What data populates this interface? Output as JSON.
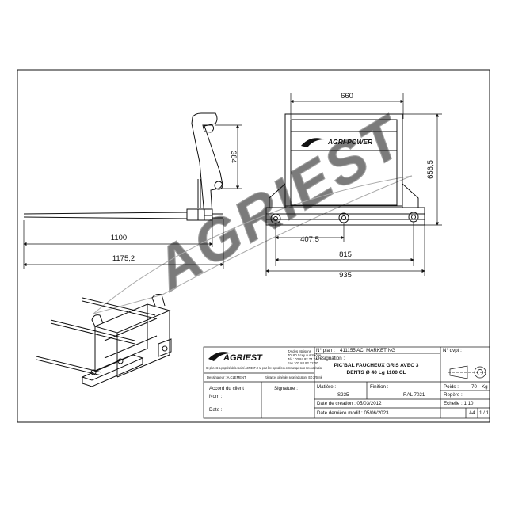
{
  "drawing": {
    "dimensions": {
      "side_height": "384",
      "side_tine_length": "1100",
      "side_overall_length": "1175,2",
      "front_width_top": "660",
      "front_height": "656,5",
      "front_half_width": "407,5",
      "front_width_mid": "815",
      "front_width_bottom": "935"
    },
    "frame_logo": "AGRI-POWER",
    "watermark": "AGRIEST"
  },
  "title_block": {
    "logo_text": "AGRIEST",
    "company_lines": [
      "ZA des Maisons",
      "70160 Scey sur Saône",
      "Tél : 03 84 92 74 74",
      "Fax : 03 84 92 72 00"
    ],
    "confidential_note": "Ce plan est la propriété de la société AGRIEST et ne peut être reproduit ou communiqué sans son autorisation",
    "designer_label": "Dessinateur : A.CLEMENT",
    "tolerance_note": "Tolérances générales selon indications ISO 2768mk",
    "plan_no_label": "N° plan :",
    "plan_no_value": "411155 AC_MARKETING",
    "designation_label": "Désignation :",
    "designation_line1": "PIC'BAL FAUCHEUX GRIS AVEC 3",
    "designation_line2": "DENTS Ø 40 Lg 1100 CL",
    "ndvpt_label": "N° dvpt :",
    "client_agreement_label": "Accord du client :",
    "name_label": "Nom :",
    "date_label": "Date :",
    "signature_label": "Signature :",
    "material_label": "Matière :",
    "material_value": "S235",
    "finish_label": "Finition :",
    "finish_value": "RAL 7021",
    "weight_label": "Poids :",
    "weight_value": "70",
    "weight_unit": "Kg",
    "mark_label": "Repère :",
    "created_label": "Date de création : 05/03/2012",
    "scale_label": "Echelle : 1:10",
    "modified_label": "Date dernière modif : 05/06/2023",
    "format_value": "A4",
    "sheet_value": "1 / 1"
  }
}
